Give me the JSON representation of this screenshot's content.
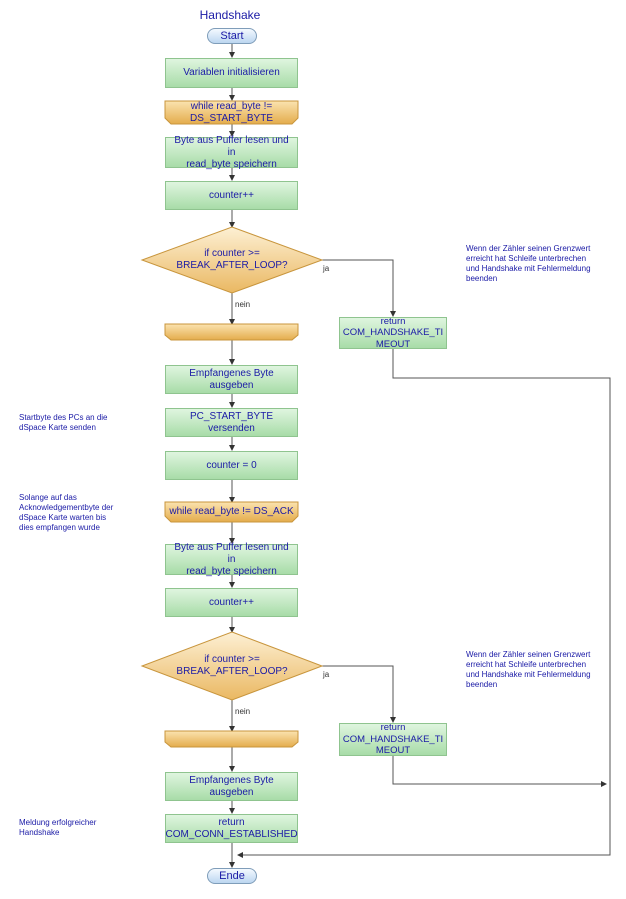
{
  "title": "Handshake",
  "nodes": {
    "start": "Start",
    "init": "Variablen initialisieren",
    "loop1": "while read_byte !=\nDS_START_BYTE",
    "read1": "Byte aus Puffer lesen und in\nread_byte speichern",
    "counter_inc1": "counter++",
    "decision1": "if counter >=\nBREAK_AFTER_LOOP?",
    "return_timeout1": "return\nCOM_HANDSHAKE_TI\nMEOUT",
    "output1": "Empfangenes Byte ausgeben",
    "send_pc_start": "PC_START_BYTE versenden",
    "counter_reset": "counter = 0",
    "loop2": "while read_byte != DS_ACK",
    "read2": "Byte aus Puffer lesen und in\nread_byte speichern",
    "counter_inc2": "counter++",
    "decision2": "if counter >=\nBREAK_AFTER_LOOP?",
    "return_timeout2": "return\nCOM_HANDSHAKE_TI\nMEOUT",
    "output2": "Empfangenes Byte ausgeben",
    "return_established": "return\nCOM_CONN_ESTABLISHED",
    "end": "Ende"
  },
  "branch_labels": {
    "yes": "ja",
    "no": "nein"
  },
  "notes": {
    "limit1": "Wenn der Zähler seinen Grenzwert\nerreicht hat Schleife unterbrechen\nund Handshake mit Fehlermeldung\nbeenden",
    "start_byte": "Startbyte des PCs an die\ndSpace Karte senden",
    "ack_wait": "Solange auf das\nAcknowledgementbyte der\ndSpace Karte warten bis\ndies empfangen wurde",
    "limit2": "Wenn der Zähler seinen Grenzwert\nerreicht hat Schleife unterbrechen\nund Handshake mit Fehlermeldung\nbeenden",
    "success": "Meldung erfolgreicher\nHandshake"
  },
  "colors": {
    "process_fill": "#a8dca8",
    "loop_fill": "#e8b860",
    "decision_fill": "#f0c878",
    "terminal_fill": "#bcd6f0",
    "text": "#1a1aa6",
    "connector": "#555555"
  }
}
